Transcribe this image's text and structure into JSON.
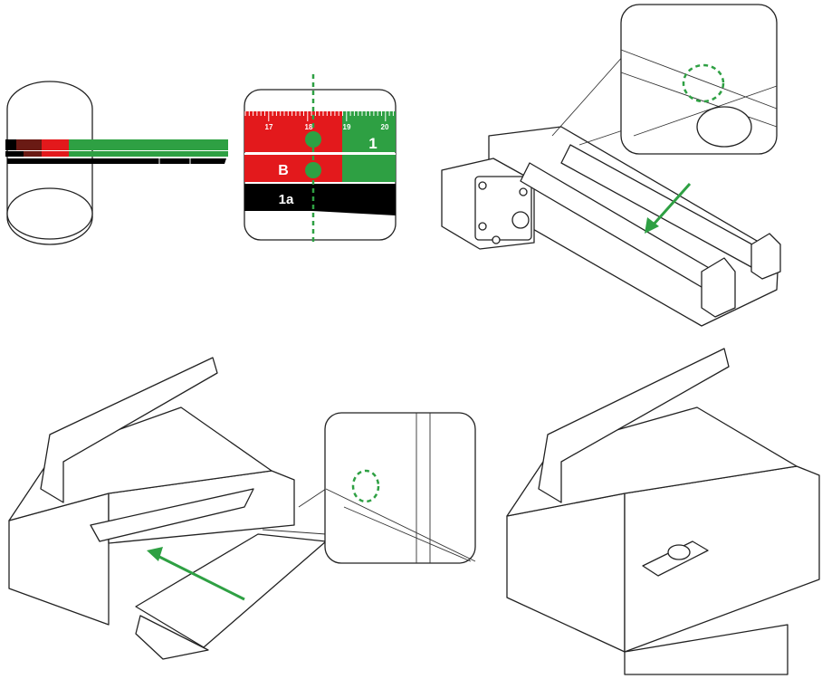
{
  "colors": {
    "red": "#e3191c",
    "green": "#2ea043",
    "black": "#000000",
    "dark_red": "#6a1a14"
  },
  "ruler_inset": {
    "ticks": [
      "17",
      "18",
      "19",
      "20"
    ],
    "labels": {
      "green_zone": "1",
      "red_zone": "B",
      "black_zone": "1a"
    }
  }
}
